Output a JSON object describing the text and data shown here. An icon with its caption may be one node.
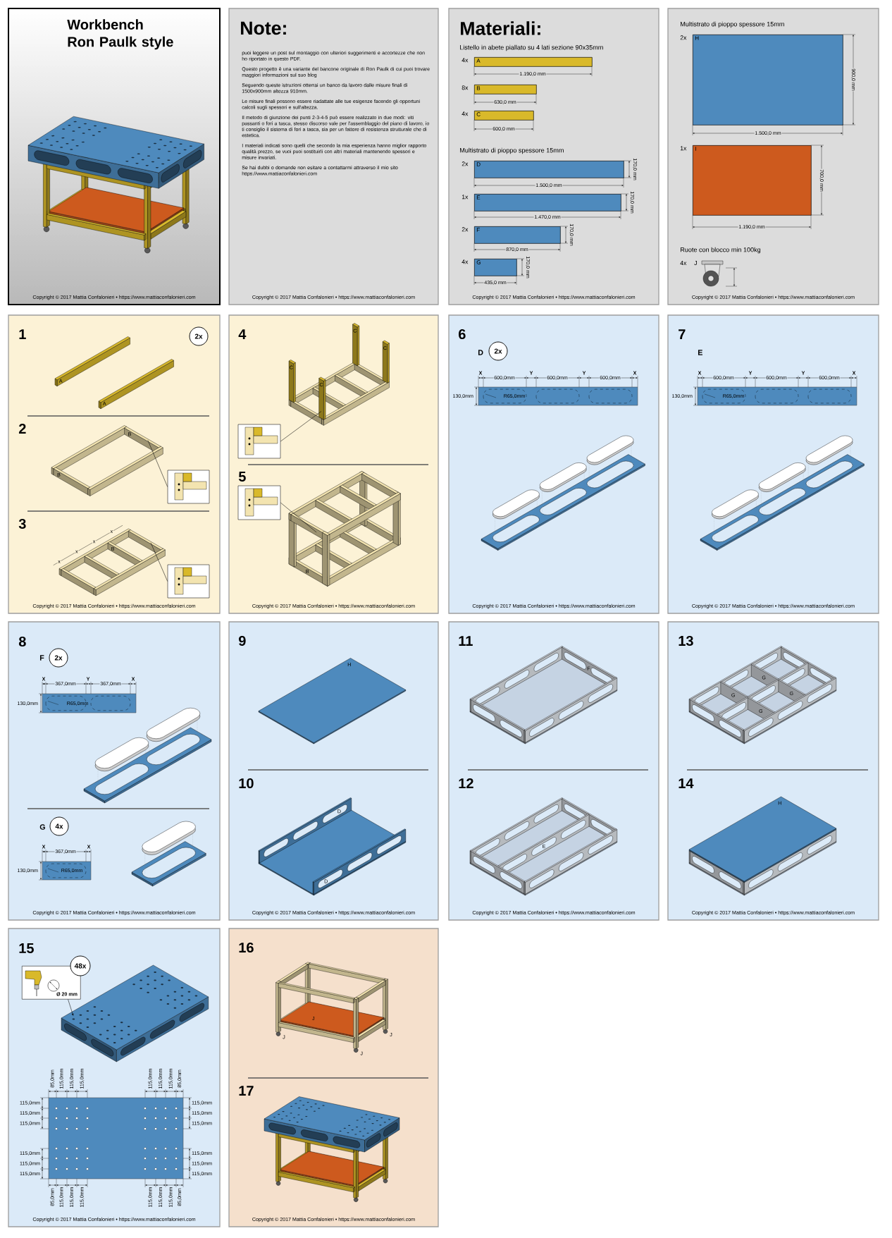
{
  "diagram": {
    "title": "Workbench Ron Paulk style",
    "nodes": [
      {
        "text": [
          "Copyright © 2017 Mattia Confalonieri • https://www.mattiaconfalonieri.com"
        ]
      },
      {
        "text": [
          "Note:",
          "puoi leggere un post sul montaggio con ulteriori suggerimenti e accortezze che non ho riportato in questo PDF.",
          "Questo progetto è una variante del bancone originale di Ron Paulk di cui puoi trovare maggiori informazioni sul suo blog",
          "Seguendo queste istruzioni otterrai un banco da lavoro dalle misure finali di 1500x900mm altezza 910mm.",
          "Le misure finali possono essere riadattate alle tue esigenze facendo gli opportuni calcoli sugli spessori e sull'altezza.",
          "Il metodo di giunzione dei punti 2-3-4-5 può essere realizzato in due modi: viti passanti o fori a tasca, stesso discorso vale per l'assemblaggio del piano di lavoro, io ti consiglio il sistema di fori a tasca, sia per un fattore di resistenza strutturale che di estetica.",
          "I materiali indicati sono quelli che secondo la mia esperienza hanno miglior rapporto qualità prezzo, se vuoi puoi sostituirli con altri materiali mantenendo spessori e misure invariati.",
          "Se hai dubbi o domande non esitare a contattarmi attraverso il mio sito https://www.mattiaconfalonieri.com",
          "Copyright © 2017 Mattia Confalonieri • https://www.mattiaconfalonieri.com"
        ]
      },
      {
        "text": [
          "Materiali:",
          "Listello in abete piallato su 4 lati sezione 90x35mm",
          "Multistrato di pioppo spessore 15mm",
          "Copyright © 2017 Mattia Confalonieri • https://www.mattiaconfalonieri.com"
        ]
      },
      {
        "text": [
          "Multistrato di pioppo spessore 15mm",
          "Ruote con blocco min 100kg",
          "Copyright © 2017 Mattia Confalonieri • https://www.mattiaconfalonieri.com"
        ]
      },
      {
        "text": [
          "1",
          "2",
          "3",
          "Copyright © 2017 Mattia Confalonieri • https://www.mattiaconfalonieri.com"
        ]
      },
      {
        "text": [
          "4",
          "5",
          "Copyright © 2017 Mattia Confalonieri • https://www.mattiaconfalonieri.com"
        ]
      },
      {
        "text": [
          "6",
          "D",
          "Copyright © 2017 Mattia Confalonieri • https://www.mattiaconfalonieri.com"
        ]
      },
      {
        "text": [
          "7",
          "E",
          "Copyright © 2017 Mattia Confalonieri • https://www.mattiaconfalonieri.com"
        ]
      },
      {
        "text": [
          "8",
          "F",
          "G",
          "Copyright © 2017 Mattia Confalonieri • https://www.mattiaconfalonieri.com"
        ]
      },
      {
        "text": [
          "9",
          "10",
          "Copyright © 2017 Mattia Confalonieri • https://www.mattiaconfalonieri.com"
        ]
      },
      {
        "text": [
          "11",
          "12",
          "Copyright © 2017 Mattia Confalonieri • https://www.mattiaconfalonieri.com"
        ]
      },
      {
        "text": [
          "13",
          "14",
          "Copyright © 2017 Mattia Confalonieri • https://www.mattiaconfalonieri.com"
        ]
      },
      {
        "text": [
          "15",
          "Copyright © 2017 Mattia Confalonieri • https://www.mattiaconfalonieri.com"
        ]
      },
      {
        "text": [
          "16",
          "17",
          "Copyright © 2017 Mattia Confalonieri • https://www.mattiaconfalonieri.com"
        ]
      },
      {
        "text": [
          "A"
        ],
        "beside": [
          "4x"
        ],
        "in": 2
      },
      {
        "text": [
          "B"
        ],
        "beside": [
          "8x"
        ],
        "in": 2
      },
      {
        "text": [
          "C"
        ],
        "beside": [
          "4x"
        ],
        "in": 2
      },
      {
        "text": [
          "D"
        ],
        "beside": [
          "2x"
        ],
        "in": 2
      },
      {
        "text": [
          "E"
        ],
        "beside": [
          "1x"
        ],
        "in": 2
      },
      {
        "text": [
          "F"
        ],
        "beside": [
          "2x"
        ],
        "in": 2
      },
      {
        "text": [
          "G"
        ],
        "beside": [
          "4x"
        ],
        "in": 2
      },
      {
        "text": [
          "H"
        ],
        "beside": [
          "2x"
        ],
        "in": 3
      },
      {
        "text": [
          "I"
        ],
        "beside": [
          "1x"
        ],
        "in": 3
      },
      {
        "text": [
          "J"
        ],
        "beside": [
          "4x"
        ],
        "in": 3
      },
      {
        "text": [
          "2x"
        ],
        "in": 4
      },
      {
        "text": [
          "2x"
        ],
        "in": 6
      },
      {
        "text": [
          "2x"
        ],
        "in": 8
      },
      {
        "text": [
          "4x"
        ],
        "in": 8
      },
      {
        "text": [
          "48x"
        ],
        "in": 12
      },
      {
        "text": [
          "Ø 20 mm"
        ],
        "in": 12
      },
      {
        "text": [],
        "shape": "box",
        "in": 4
      },
      {
        "text": [],
        "shape": "box",
        "in": 4
      },
      {
        "text": [],
        "shape": "box",
        "in": 5
      },
      {
        "text": [],
        "shape": "box",
        "in": 5
      }
    ],
    "edges": [
      {
        "from": 30,
        "to": null,
        "arrow": "none"
      },
      {
        "from": 31,
        "to": null,
        "arrow": "none"
      },
      {
        "from": 32,
        "to": null,
        "arrow": "none"
      },
      {
        "from": 33,
        "to": null,
        "arrow": "none"
      },
      {
        "from": 29,
        "to": null,
        "arrow": "to"
      }
    ],
    "labels": [
      "1.190,0 mm",
      "630,0 mm",
      "600,0 mm",
      "170,0 mm",
      "1.500,0 mm",
      "170,0 mm",
      "1.470,0 mm",
      "170,0 mm",
      "870,0 mm",
      "170,0 mm",
      "435,0 mm",
      "900,0 mm",
      "1.500,0 mm",
      "700,0 mm",
      "1.190,0 mm",
      "A",
      "A",
      "B",
      "B",
      "x",
      "x",
      "x",
      "x",
      "B",
      "C",
      "C",
      "C",
      "C",
      "B",
      "X",
      "600,0mm",
      "Y",
      "600,0mm",
      "Y",
      "600,0mm",
      "X",
      "130,0mm",
      "R65,0mm",
      "X",
      "600,0mm",
      "Y",
      "600,0mm",
      "Y",
      "600,0mm",
      "X",
      "130,0mm",
      "R65,0mm",
      "X",
      "367,0mm",
      "Y",
      "367,0mm",
      "X",
      "130,0mm",
      "R65,0mm",
      "X",
      "367,0mm",
      "X",
      "130,0mm",
      "R65,0mm",
      "H",
      "D",
      "D",
      "F",
      "E",
      "G",
      "G",
      "G",
      "G",
      "H",
      "85,0mm",
      "115,0mm",
      "115,0mm",
      "115,0mm",
      "115,0mm",
      "115,0mm",
      "115,0mm",
      "85,0mm",
      "115,0mm",
      "115,0mm",
      "115,0mm",
      "115,0mm",
      "115,0mm",
      "115,0mm",
      "115,0mm",
      "115,0mm",
      "115,0mm",
      "115,0mm",
      "115,0mm",
      "115,0mm",
      "85,0mm",
      "115,0mm",
      "115,0mm",
      "115,0mm",
      "115,0mm",
      "115,0mm",
      "115,0mm",
      "85,0mm",
      "J",
      "J",
      "J",
      "J"
    ]
  }
}
